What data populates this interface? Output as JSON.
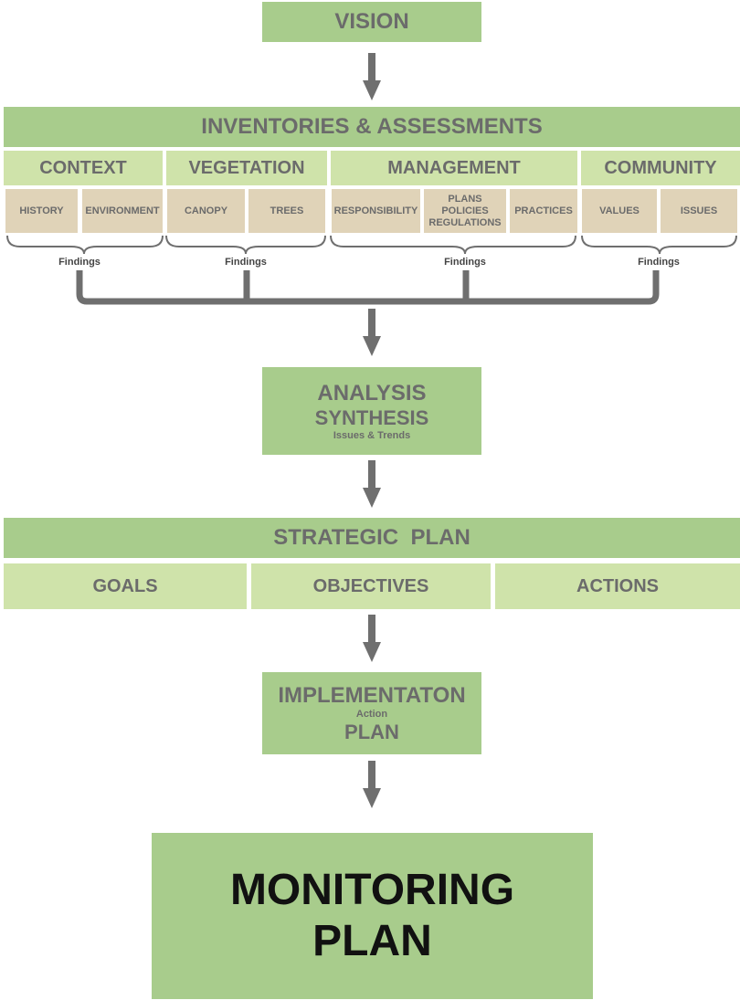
{
  "vision": "VISION",
  "inventories": {
    "title": "INVENTORIES & ASSESSMENTS",
    "categories": [
      {
        "label": "CONTEXT",
        "items": [
          "HISTORY",
          "ENVIRONMENT"
        ]
      },
      {
        "label": "VEGETATION",
        "items": [
          "CANOPY",
          "TREES"
        ]
      },
      {
        "label": "MANAGEMENT",
        "items": [
          "RESPONSIBILITY",
          "PLANS\nPOLICIES\nREGULATIONS",
          "PRACTICES"
        ]
      },
      {
        "label": "COMMUNITY",
        "items": [
          "VALUES",
          "ISSUES"
        ]
      }
    ],
    "findings": "Findings"
  },
  "analysis": {
    "line1": "ANALYSIS",
    "line2": "SYNTHESIS",
    "sub": "Issues & Trends"
  },
  "strategic": {
    "title": "STRATEGIC  PLAN",
    "parts": [
      "GOALS",
      "OBJECTIVES",
      "ACTIONS"
    ]
  },
  "implementation": {
    "line1": "IMPLEMENTATON",
    "sub": "Action",
    "line2": "PLAN"
  },
  "monitoring": {
    "line1": "MONITORING",
    "line2": "PLAN"
  },
  "colors": {
    "dark_green": "#a8cc8c",
    "light_green": "#cfe3aa",
    "tan": "#e0d3b8",
    "text_gray": "#6b6b6b",
    "connector": "#6f6f6f"
  }
}
